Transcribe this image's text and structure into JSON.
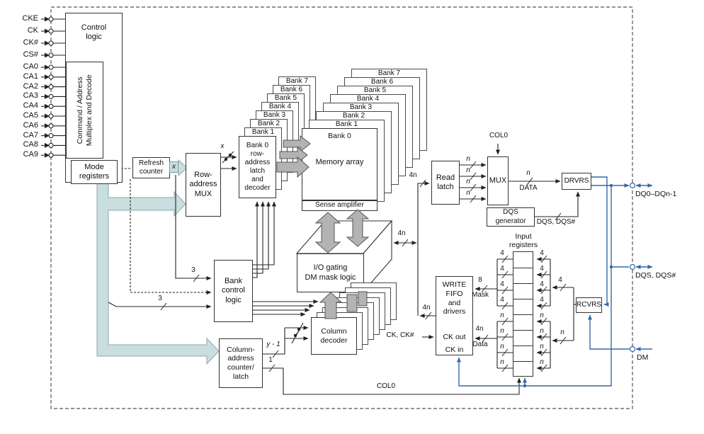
{
  "pins": {
    "labels": [
      "CKE",
      "CK",
      "CK#",
      "CS#",
      "CA0",
      "CA1",
      "CA2",
      "CA3",
      "CA4",
      "CA5",
      "CA6",
      "CA7",
      "CA8",
      "CA9"
    ]
  },
  "blocks": {
    "control_logic": "Control\nlogic",
    "cmd_addr": "Command / Address\nMultiplex and Decode",
    "mode_registers": "Mode\nregisters",
    "refresh_counter": "Refresh\ncounter",
    "row_mux": "Row-\naddress\nMUX",
    "row_latch": "Bank 0\nrow-\naddress\nlatch\nand\ndecoder",
    "mem_bank": "Bank 0",
    "mem_array": "Memory array",
    "sense_amp": "Sense amplifier",
    "io_gating": "I/O gating\nDM mask logic",
    "read_latch": "Read\nlatch",
    "mux": "MUX",
    "drvrs": "DRVRS",
    "dqs_gen": "DQS\ngenerator",
    "write_fifo": "WRITE\nFIFO\nand\ndrivers",
    "ck_out": "CK out",
    "ck_in": "CK in",
    "input_registers": "Input\nregisters",
    "rcvrs": "RCVRS",
    "bank_control": "Bank\ncontrol\nlogic",
    "col_counter": "Column-\naddress\ncounter/\nlatch",
    "col_decoder": "Column\ndecoder"
  },
  "banks": [
    "Bank 1",
    "Bank 2",
    "Bank 3",
    "Bank 4",
    "Bank 5",
    "Bank 6",
    "Bank 7"
  ],
  "wire_labels": {
    "x": "x",
    "n": "n",
    "four": "4",
    "four_n": "4n",
    "eight": "8",
    "three": "3",
    "one": "1",
    "y_minus_1": "y - 1",
    "mask": "Mask",
    "data_read": "DATA",
    "data_write": "Data",
    "col0": "COL0",
    "ck_pair": "CK, CK#",
    "dqs_pair": "DQS, DQS#"
  },
  "pads": {
    "dq": "DQ0–DQn-1",
    "dqs": "DQS, DQS#",
    "dm": "DM"
  },
  "colors": {
    "accent_teal": "#c9dede",
    "wire_blue": "#3569a7",
    "arrow_gray": "#b3b3b3"
  }
}
